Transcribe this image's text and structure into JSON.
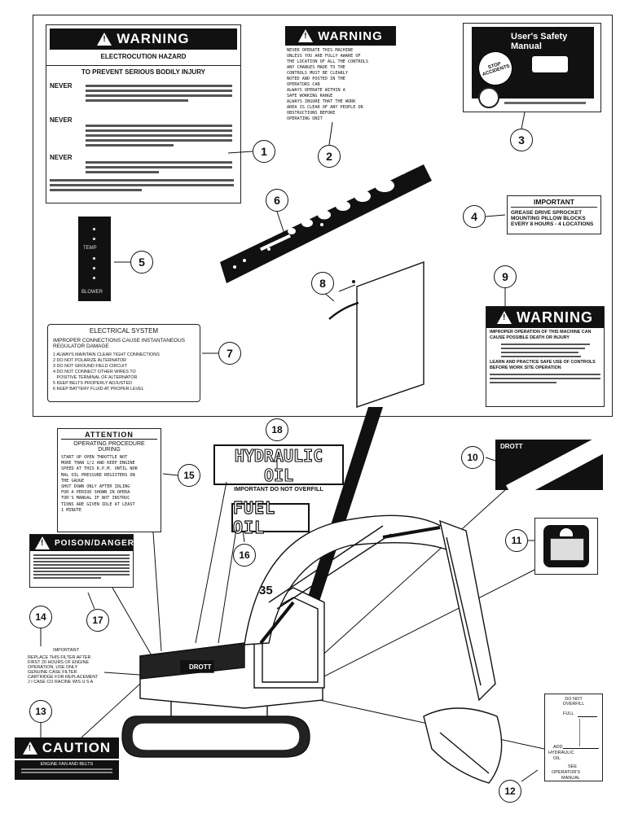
{
  "decal1": {
    "title": "WARNING",
    "sub1": "ELECTROCUTION HAZARD",
    "sub2": "TO PREVENT SERIOUS BODILY INJURY",
    "never1": "NEVER",
    "never2": "NEVER",
    "never3": "NEVER"
  },
  "decal2": {
    "title": "WARNING",
    "lines": [
      "NEVER OPERATE THIS MACHINE",
      "UNLESS YOU ARE FULLY AWARE OF",
      "THE LOCATION OF ALL THE CONTROLS",
      "ANY CHANGES MADE TO THE",
      "CONTROLS MUST BE CLEARLY",
      "NOTED AND POSTED IN THE",
      "OPERATORS CAB",
      "ALWAYS OPERATE WITHIN A",
      "SAFE WORKING RANGE",
      "ALWAYS INSURE THAT THE WORK",
      "AREA IS CLEAR OF ANY PEOPLE OR",
      "OBSTRUCTIONS BEFORE",
      "OPERATING UNIT"
    ]
  },
  "decal3": {
    "title": "User's Safety Manual",
    "stop": "STOP ACCIDENTS"
  },
  "decal4": {
    "title": "IMPORTANT",
    "lines": [
      "GREASE DRIVE SPROCKET",
      "MOUNTING PILLOW BLOCKS",
      "EVERY 8 HOURS - 4 LOCATIONS"
    ]
  },
  "decal5": {
    "temp": "TEMP",
    "blower": "BLOWER"
  },
  "decal7": {
    "title": "ELECTRICAL SYSTEM",
    "intro1": "IMPROPER CONNECTIONS CAUSE INSTANTANEOUS",
    "intro2": "REGULATOR DAMAGE",
    "items": [
      "1  ALWAYS MAINTAIN CLEAR TIGHT CONNECTIONS",
      "2  DO NOT POLARIZE ALTERNATOR",
      "3  DO NOT GROUND FIELD CIRCUIT",
      "4  DO NOT CONNECT OTHER WIRES TO",
      "   POSITIVE TERMINAL OF ALTERNATOR",
      "5  KEEP BELTS PROPERLY ADJUSTED",
      "6  KEEP BATTERY FLUID AT PROPER LEVEL"
    ]
  },
  "decal9": {
    "title": "WARNING",
    "lines": [
      "IMPROPER OPERATION OF THIS MACHINE CAN",
      "CAUSE POSSIBLE DEATH OR INJURY",
      "LEARN AND PRACTICE SAFE USE OF CONTROLS",
      "BEFORE WORK SITE OPERATION"
    ]
  },
  "decal10": {
    "brand": "DROTT"
  },
  "decal12": {
    "lines": [
      "DO NOT",
      "OVERFILL",
      "FULL",
      "ADD",
      "HYDRAULIC",
      "OIL",
      "SEE",
      "OPERATOR'S",
      "MANUAL"
    ]
  },
  "decal13": {
    "title": "CAUTION",
    "lines": [
      "ENGINE FAN AND BELTS"
    ]
  },
  "decal14": {
    "lines": [
      "IMPORTANT",
      "REPLACE THIS FILTER AFTER",
      "FIRST 20 HOURS OF ENGINE",
      "OPERATION, USE ONLY",
      "GENUINE CASE FILTER",
      "CARTRIDGE FOR REPLACEMENT",
      "J I CASE CO RACINE WIS U S A"
    ]
  },
  "decal15": {
    "title": "ATTENTION",
    "sub1": "OPERATING PROCEDURE",
    "sub2": "DURING",
    "lines": [
      "START UP OPEN THROTTLE NOT",
      "MORE THAN 1/2 AND KEEP ENGINE",
      "SPEED AT THIS R.P.M. UNTIL NOR",
      "MAL OIL PRESSURE REGISTERS ON",
      "THE GAUGE",
      "SHUT DOWN ONLY AFTER IDLING",
      "FOR A PERIOD SHOWN IN OPERA",
      "TOR'S MANUAL IF NOT INSTRUC",
      "TIONS ARE GIVEN IDLE AT LEAST",
      "1 MINUTE"
    ]
  },
  "decal16": {
    "text": "FUEL OIL"
  },
  "decal17": {
    "title": "POISON/DANGER"
  },
  "decal18": {
    "text1": "HYDRAULIC OIL",
    "text2": "IMPORTANT DO NOT OVERFILL"
  },
  "machine": {
    "model": "35",
    "brand": "DROTT"
  },
  "callouts": [
    "1",
    "2",
    "3",
    "4",
    "5",
    "6",
    "7",
    "8",
    "9",
    "10",
    "11",
    "12",
    "13",
    "14",
    "15",
    "16",
    "17",
    "18"
  ]
}
